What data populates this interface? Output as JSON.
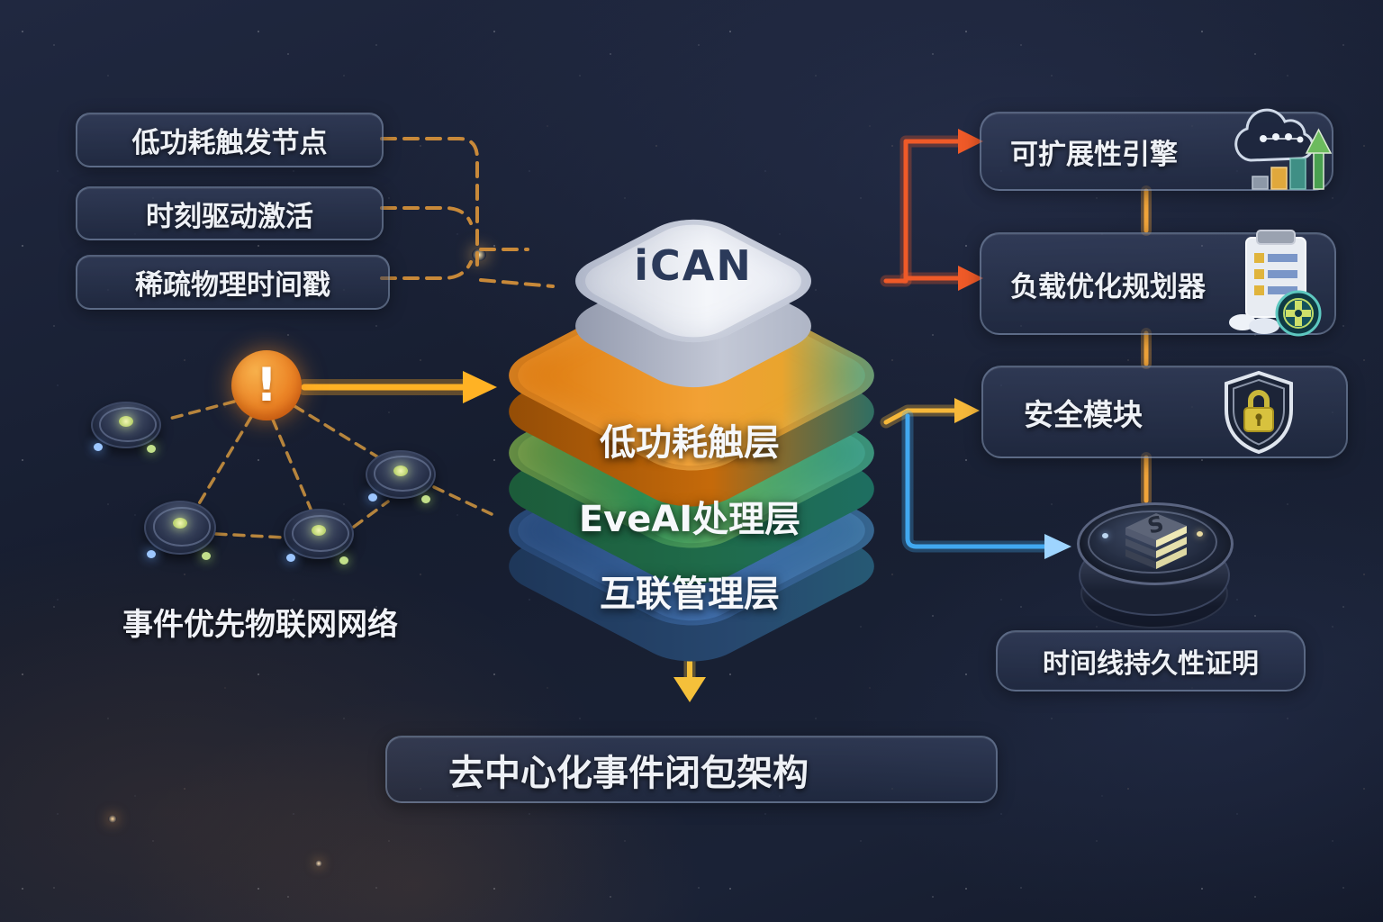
{
  "left_panel": {
    "items": [
      {
        "label": "低功耗触发节点"
      },
      {
        "label": "时刻驱动激活"
      },
      {
        "label": "稀疏物理时间戳"
      }
    ],
    "alert_symbol": "!",
    "network_caption": "事件优先物联网网络"
  },
  "stack": {
    "chip_label": "iCAN",
    "layers": [
      {
        "label": "低功耗触层",
        "color": "#ef941f"
      },
      {
        "label": "EveAI处理层",
        "color": "#3f9b58"
      },
      {
        "label": "互联管理层",
        "color": "#35629b"
      }
    ]
  },
  "right_panel": {
    "items": [
      {
        "label": "可扩展性引擎",
        "icon": "cloud-growth-chart-icon"
      },
      {
        "label": "负载优化规划器",
        "icon": "clipboard-gear-icon"
      },
      {
        "label": "安全模块",
        "icon": "shield-lock-icon"
      }
    ],
    "token_symbol": "S",
    "timeline_label": "时间线持久性证明"
  },
  "footer": {
    "label": "去中心化事件闭包架构"
  },
  "colors": {
    "background": "#1a2134",
    "box_border": "#a8bcda",
    "accent_orange": "#f59e2b",
    "accent_red": "#ee5a2b",
    "accent_yellow": "#f5c542",
    "accent_blue": "#41a8f0",
    "layer_orange": "#ef941f",
    "layer_green": "#3f9b58",
    "layer_blue": "#35629b",
    "chip_face": "#eef1f6"
  }
}
